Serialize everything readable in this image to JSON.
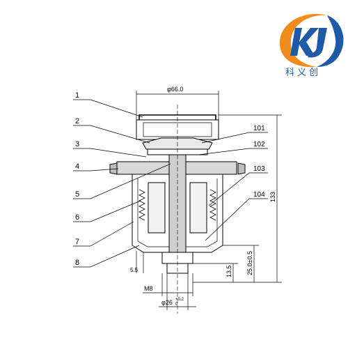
{
  "logo": {
    "name": "KJ logo",
    "company_text": "科义创",
    "colors": {
      "ring_orange": "#f08c1e",
      "ring_blue": "#1f5aa6",
      "letters": "#1f5aa6"
    }
  },
  "drawing": {
    "callouts_left": [
      "1",
      "2",
      "3",
      "4",
      "5",
      "6",
      "7",
      "8"
    ],
    "callouts_right": [
      "101",
      "102",
      "103",
      "104"
    ],
    "dimensions": {
      "top_diameter": "φ66.0",
      "height_total": "133",
      "dim_25": "25.0±0.5",
      "dim_13_5": "13.5",
      "dim_5_5": "5.5",
      "thread": "M8",
      "bottom_diameter_main": "φ26",
      "bottom_diameter_tol": "+0.2",
      "bottom_diameter_tol_low": "0"
    }
  }
}
